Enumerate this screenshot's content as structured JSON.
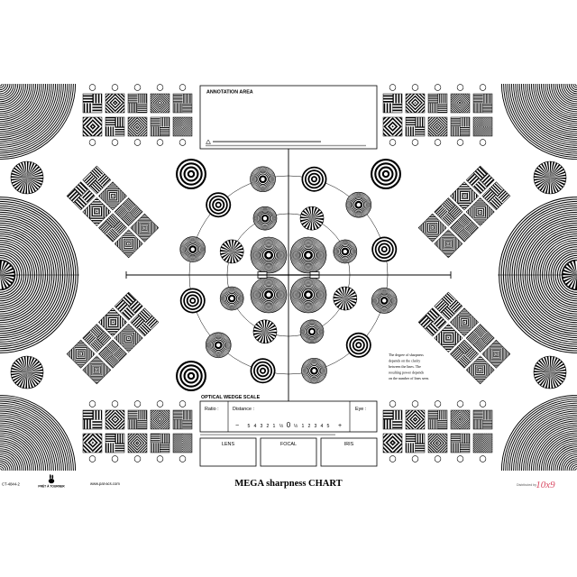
{
  "document": {
    "title": "MEGA sharpness CHART",
    "code": "CT-4844-2",
    "website": "www.pat-acs.com",
    "logo_text": "PRÊT À TOURNER",
    "distributed_by": "Distributed by",
    "distributor": "10x9"
  },
  "annotation": {
    "title": "ANNOTATION AREA"
  },
  "wedge": {
    "title": "OPTICAL WEDGE SCALE",
    "ratio_label": "Ratio :",
    "distance_label": "Distance :",
    "eye_label": "Eye :",
    "scale": [
      "−",
      "5",
      "4",
      "3",
      "2",
      "1",
      "½",
      "0",
      "½",
      "1",
      "2",
      "3",
      "4",
      "5",
      "+"
    ]
  },
  "fields": {
    "lens": "LENS",
    "focal": "FOCAL",
    "iris": "IRIS"
  },
  "note": {
    "lines": [
      "The degree of sharpness",
      "depends on the clarity",
      "between the lines. The",
      "resulting power depends",
      "on the number of lines seen."
    ]
  },
  "colors": {
    "ink": "#000000",
    "paper": "#ffffff",
    "fine_print": "#777777",
    "distributor_brand": "#d94a63"
  }
}
